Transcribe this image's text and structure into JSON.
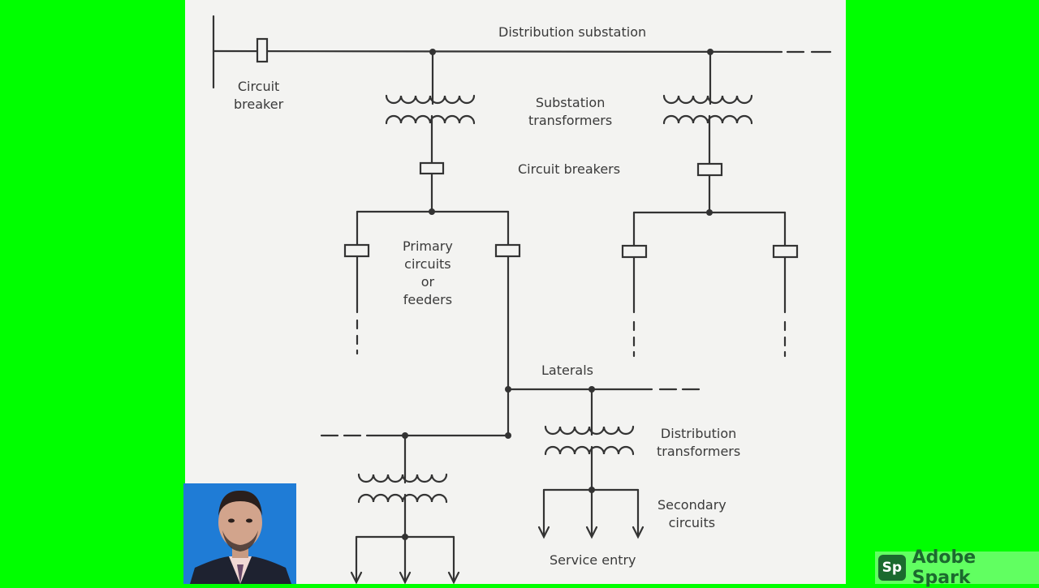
{
  "diagram": {
    "labels": {
      "distribution_substation": "Distribution substation",
      "circuit_breaker": "Circuit\nbreaker",
      "substation_transformers": "Substation\ntransformers",
      "circuit_breakers": "Circuit breakers",
      "primary_circuits": "Primary\ncircuits\nor\nfeeders",
      "laterals": "Laterals",
      "distribution_transformers": "Distribution\ntransformers",
      "secondary_circuits": "Secondary\ncircuits",
      "service_entry": "Service entry"
    }
  },
  "overlay": {
    "brand_icon": "Sp",
    "brand_name": "Adobe Spark",
    "colors": {
      "chroma_background": "#00ff00",
      "paper": "#f3f3f1",
      "line": "#333333",
      "brand": "#1b6a2e",
      "webcam_background": "#1f7cd6"
    }
  }
}
